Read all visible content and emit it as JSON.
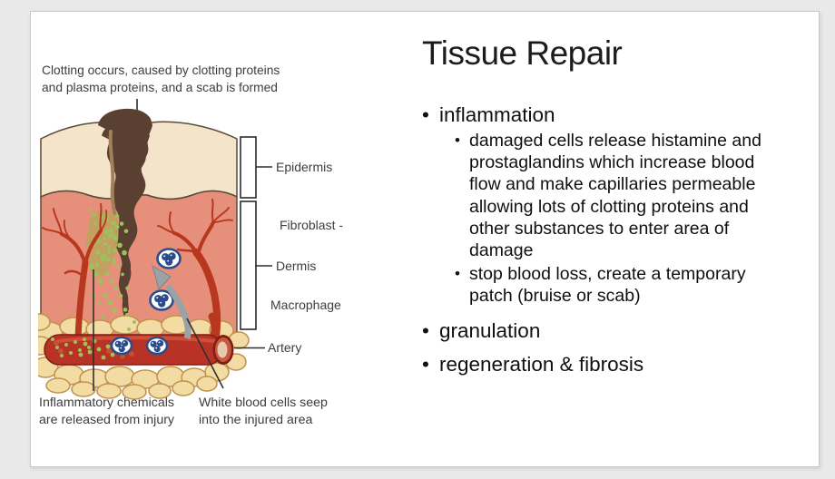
{
  "canvas": {
    "background_color": "#e9e9e9"
  },
  "slide": {
    "title": "Tissue Repair",
    "bullets": [
      {
        "level": 1,
        "text": "inflammation"
      },
      {
        "level": 2,
        "text": "damaged cells release histamine and prostaglandins which increase blood flow and make capillaries permeable allowing lots of clotting proteins and other substances to enter area of damage"
      },
      {
        "level": 2,
        "text": "stop blood loss, create a temporary patch (bruise or scab)"
      },
      {
        "level": 1,
        "text": "granulation"
      },
      {
        "level": 1,
        "text": "regeneration & fibrosis"
      }
    ]
  },
  "diagram": {
    "top_caption": {
      "line1": "Clotting occurs, caused by clotting proteins",
      "line2": "and plasma proteins, and a scab is formed"
    },
    "labels": {
      "epidermis": "Epidermis",
      "fibroblast": "Fibroblast -",
      "dermis": "Dermis",
      "macrophage": "Macrophage",
      "artery": "Artery"
    },
    "bottom_caption_left": {
      "line1": "Inflammatory chemicals",
      "line2": "are released from injury"
    },
    "bottom_caption_right": {
      "line1": "White blood cells seep",
      "line2": "into the injured area"
    },
    "colors": {
      "epidermis": "#f4e4c9",
      "dermis": "#e6907c",
      "wound_dark": "#5a4030",
      "wound_mid": "#7d5b43",
      "wound_edge": "#a1805a",
      "clot": "#c2a061",
      "vessel": "#b8371f",
      "fat": "#f3dca4",
      "fat_outline": "#c0914c",
      "artery": "#b93226",
      "artery_rim": "#7e1f12",
      "chemical_dot": "#9cc25c",
      "platelet_dot": "#c4542e",
      "wbc_blue": "#2b4c8c",
      "arrow_gray": "#9aa2a8",
      "label_text": "#3d3d3d"
    }
  }
}
